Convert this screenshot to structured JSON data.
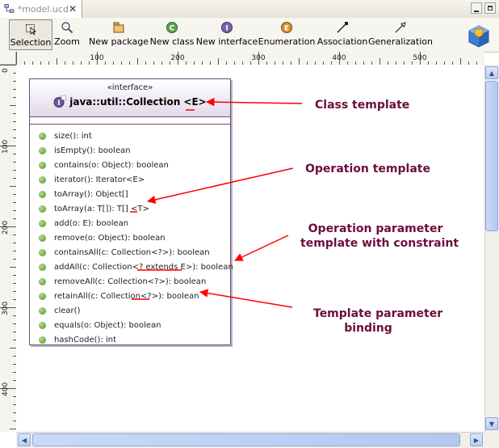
{
  "tab": {
    "title": "*model.ucd",
    "close": "✕"
  },
  "toolbar": {
    "items": [
      {
        "label": "Selection",
        "icon": "selection-icon"
      },
      {
        "label": "Zoom",
        "icon": "zoom-icon"
      },
      {
        "label": "New package",
        "icon": "package-icon"
      },
      {
        "label": "New class",
        "icon": "class-icon"
      },
      {
        "label": "New interface",
        "icon": "interface-icon"
      },
      {
        "label": "Enumeration",
        "icon": "enumeration-icon"
      },
      {
        "label": "Association",
        "icon": "association-icon"
      },
      {
        "label": "Generalization",
        "icon": "generalization-icon"
      }
    ]
  },
  "rulers": {
    "horizontal": [
      "100",
      "200",
      "300",
      "400",
      "500"
    ],
    "vertical": [
      "0",
      "100",
      "200",
      "300",
      "400"
    ]
  },
  "interface": {
    "stereotype": "«interface»",
    "name": "java::util::Collection <E>",
    "operations": [
      "size(): int",
      "isEmpty(): boolean",
      "contains(o: Object): boolean",
      "iterator(): Iterator<E>",
      "toArray(): Object[]",
      "toArray(a: T[]): T[] <T>",
      "add(o: E): boolean",
      "remove(o: Object): boolean",
      "containsAll(c: Collection<?>): boolean",
      "addAll(c: Collection<? extends E>): boolean",
      "removeAll(c: Collection<?>): boolean",
      "retainAll(c: Collection<?>): boolean",
      "clear()",
      "equals(o: Object): boolean",
      "hashCode(): int"
    ]
  },
  "annotations": {
    "class_template": "Class template",
    "operation_template": "Operation template",
    "op_param_template_line1": "Operation parameter",
    "op_param_template_line2": "template with constraint",
    "template_binding_line1": "Template parameter",
    "template_binding_line2": "binding"
  },
  "colors": {
    "annotation": "#6b0e3c",
    "arrow": "#ff0000",
    "operation_dot": "#5c9a35",
    "class_border": "#6a4f7c"
  }
}
